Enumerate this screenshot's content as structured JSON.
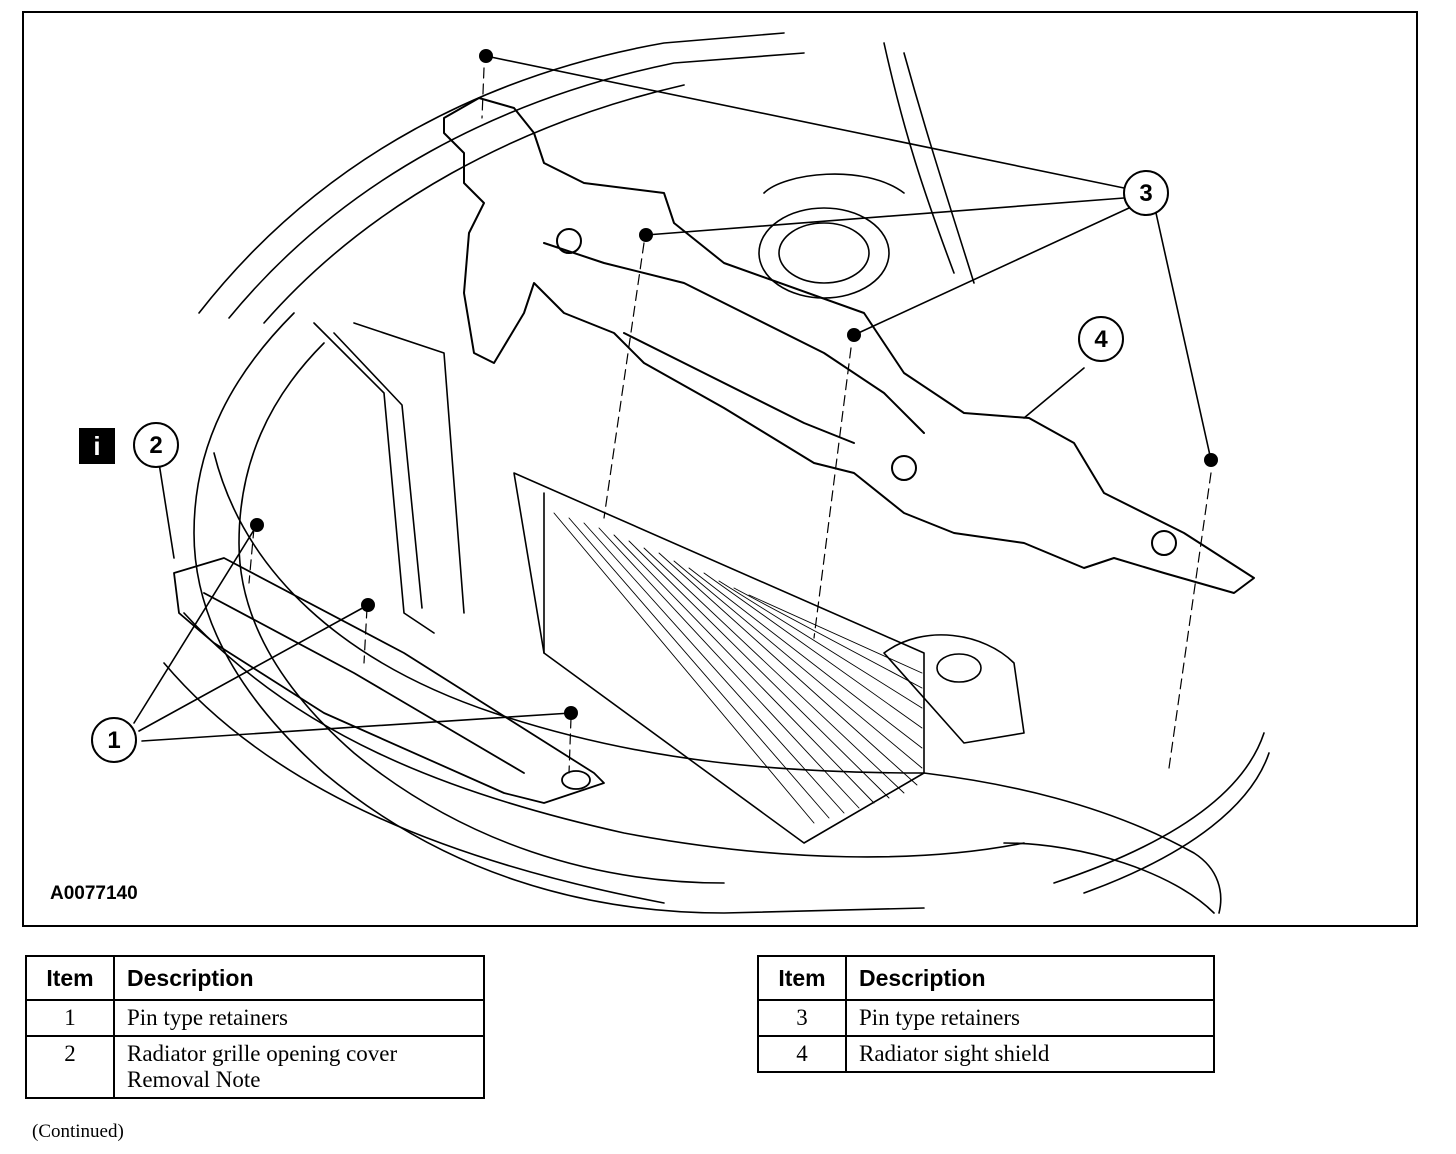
{
  "figure": {
    "id_label": "A0077140",
    "info_icon": "information-icon",
    "info_glyph": "i",
    "callouts": [
      "1",
      "2",
      "3",
      "4"
    ]
  },
  "legend_left": {
    "headers": [
      "Item",
      "Description"
    ],
    "rows": [
      {
        "item": "1",
        "description": [
          "Pin type retainers"
        ]
      },
      {
        "item": "2",
        "description": [
          "Radiator grille opening cover",
          "Removal Note"
        ]
      }
    ]
  },
  "legend_right": {
    "headers": [
      "Item",
      "Description"
    ],
    "rows": [
      {
        "item": "3",
        "description": [
          "Pin type retainers"
        ]
      },
      {
        "item": "4",
        "description": [
          "Radiator sight shield"
        ]
      }
    ]
  },
  "footer": {
    "continued": "(Continued)"
  }
}
